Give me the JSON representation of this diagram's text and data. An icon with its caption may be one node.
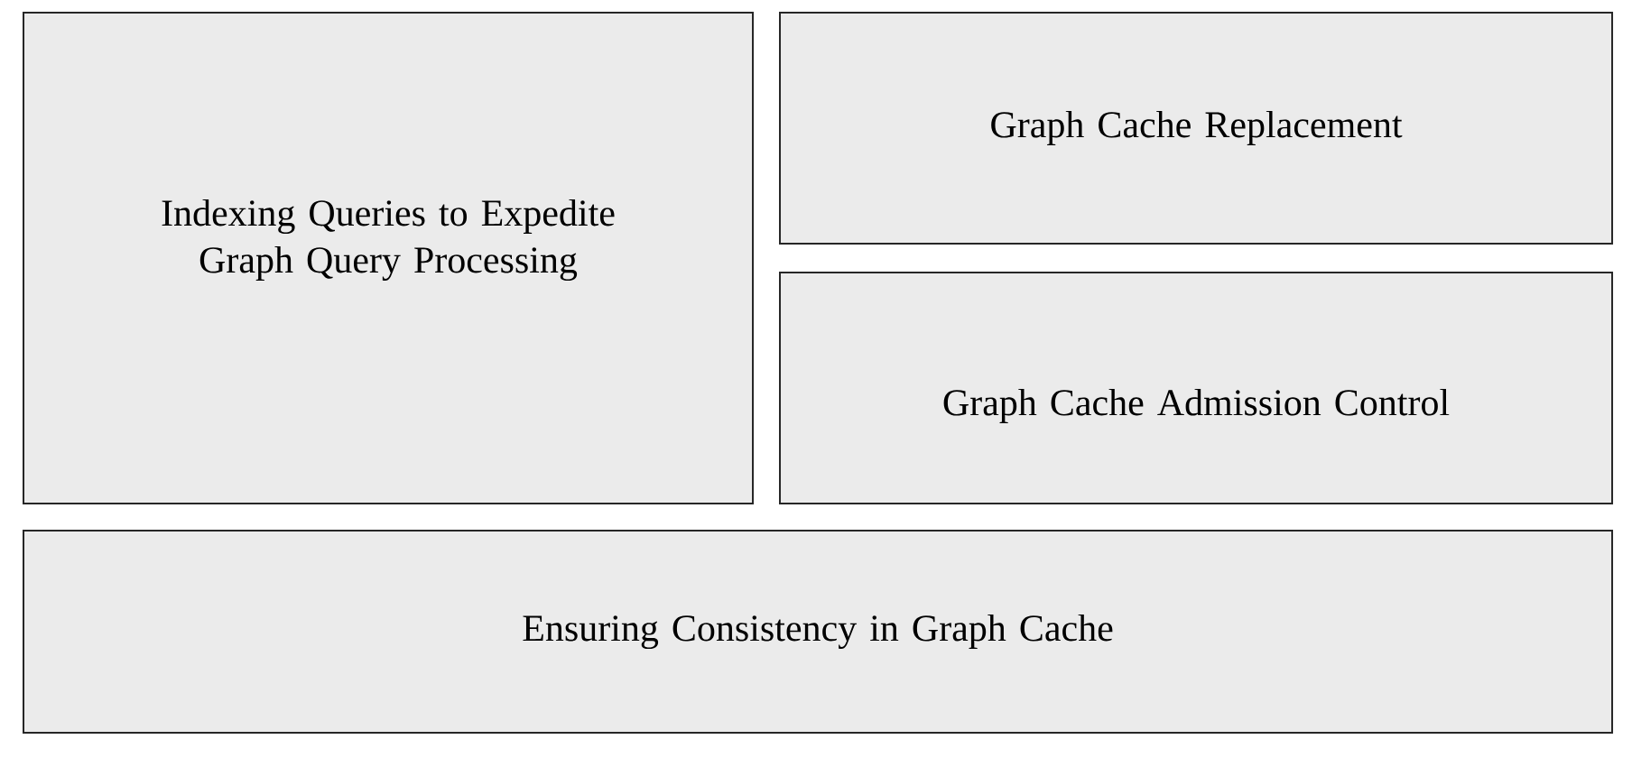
{
  "diagram": {
    "nodes": [
      {
        "text": [
          "Indexing Queries to Expedite Graph Query Processing"
        ]
      },
      {
        "text": [
          "Graph Cache Replacement"
        ]
      },
      {
        "text": [
          "Graph Cache Admission Control"
        ]
      },
      {
        "text": [
          "Ensuring Consistency in Graph Cache"
        ]
      }
    ]
  }
}
